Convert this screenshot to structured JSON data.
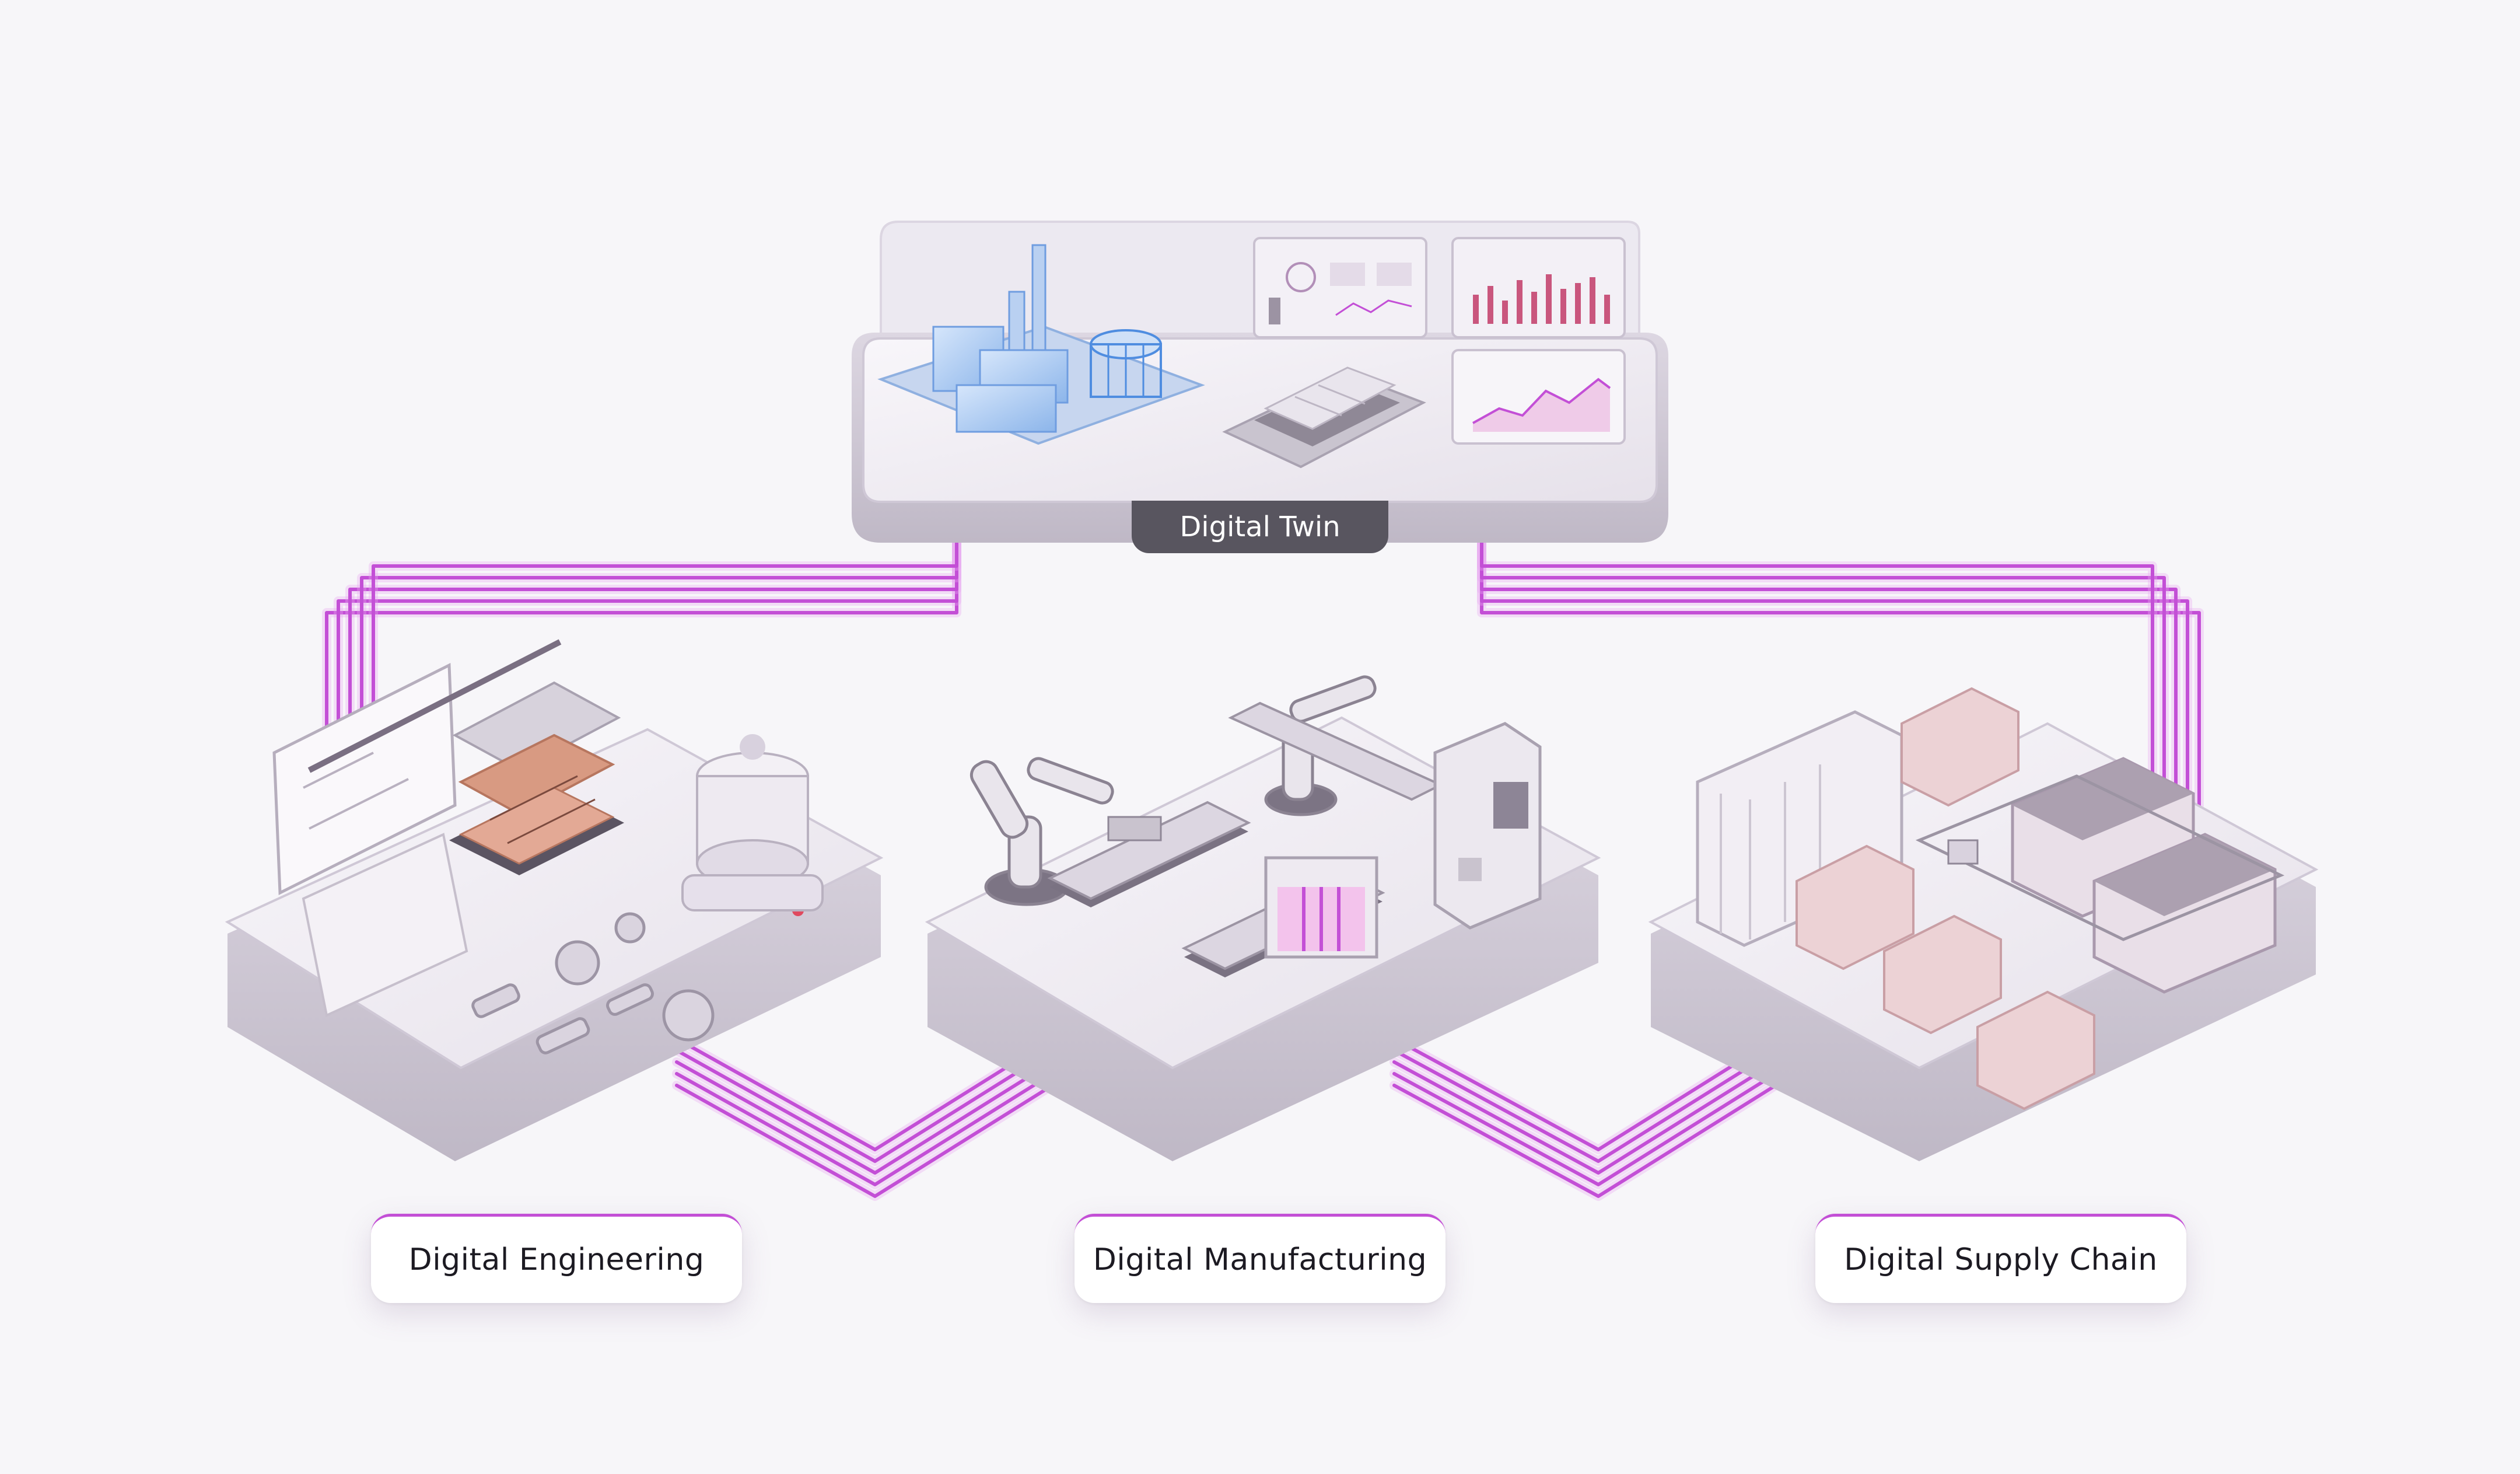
{
  "hub": {
    "label": "Digital Twin"
  },
  "nodes": [
    {
      "label": "Digital Engineering"
    },
    {
      "label": "Digital Manufacturing"
    },
    {
      "label": "Digital Supply Chain"
    }
  ],
  "colors": {
    "connector": "#c34fd6",
    "connector_glow": "#e9a8f2",
    "platform": "#ebe7ee",
    "platform_edge": "#cfc8d6",
    "tag": "#58555f",
    "accent_blue": "#7fb2ea",
    "accent_pink": "#e0b8bd"
  },
  "icons": {
    "hub": [
      "factory-hologram-icon",
      "battery-pack-icon",
      "dashboard-panel-icon",
      "bar-chart-icon",
      "area-chart-icon"
    ],
    "engineering": [
      "blueprint-panel-icon",
      "battery-exploded-icon",
      "mixing-vessel-icon",
      "machined-parts-icon"
    ],
    "manufacturing": [
      "robot-arm-icon",
      "conveyor-icon",
      "inspection-station-icon",
      "control-cabinet-icon"
    ],
    "supply_chain": [
      "shipping-container-icon",
      "pallet-boxes-icon",
      "warehouse-icon",
      "agv-cart-icon"
    ]
  }
}
